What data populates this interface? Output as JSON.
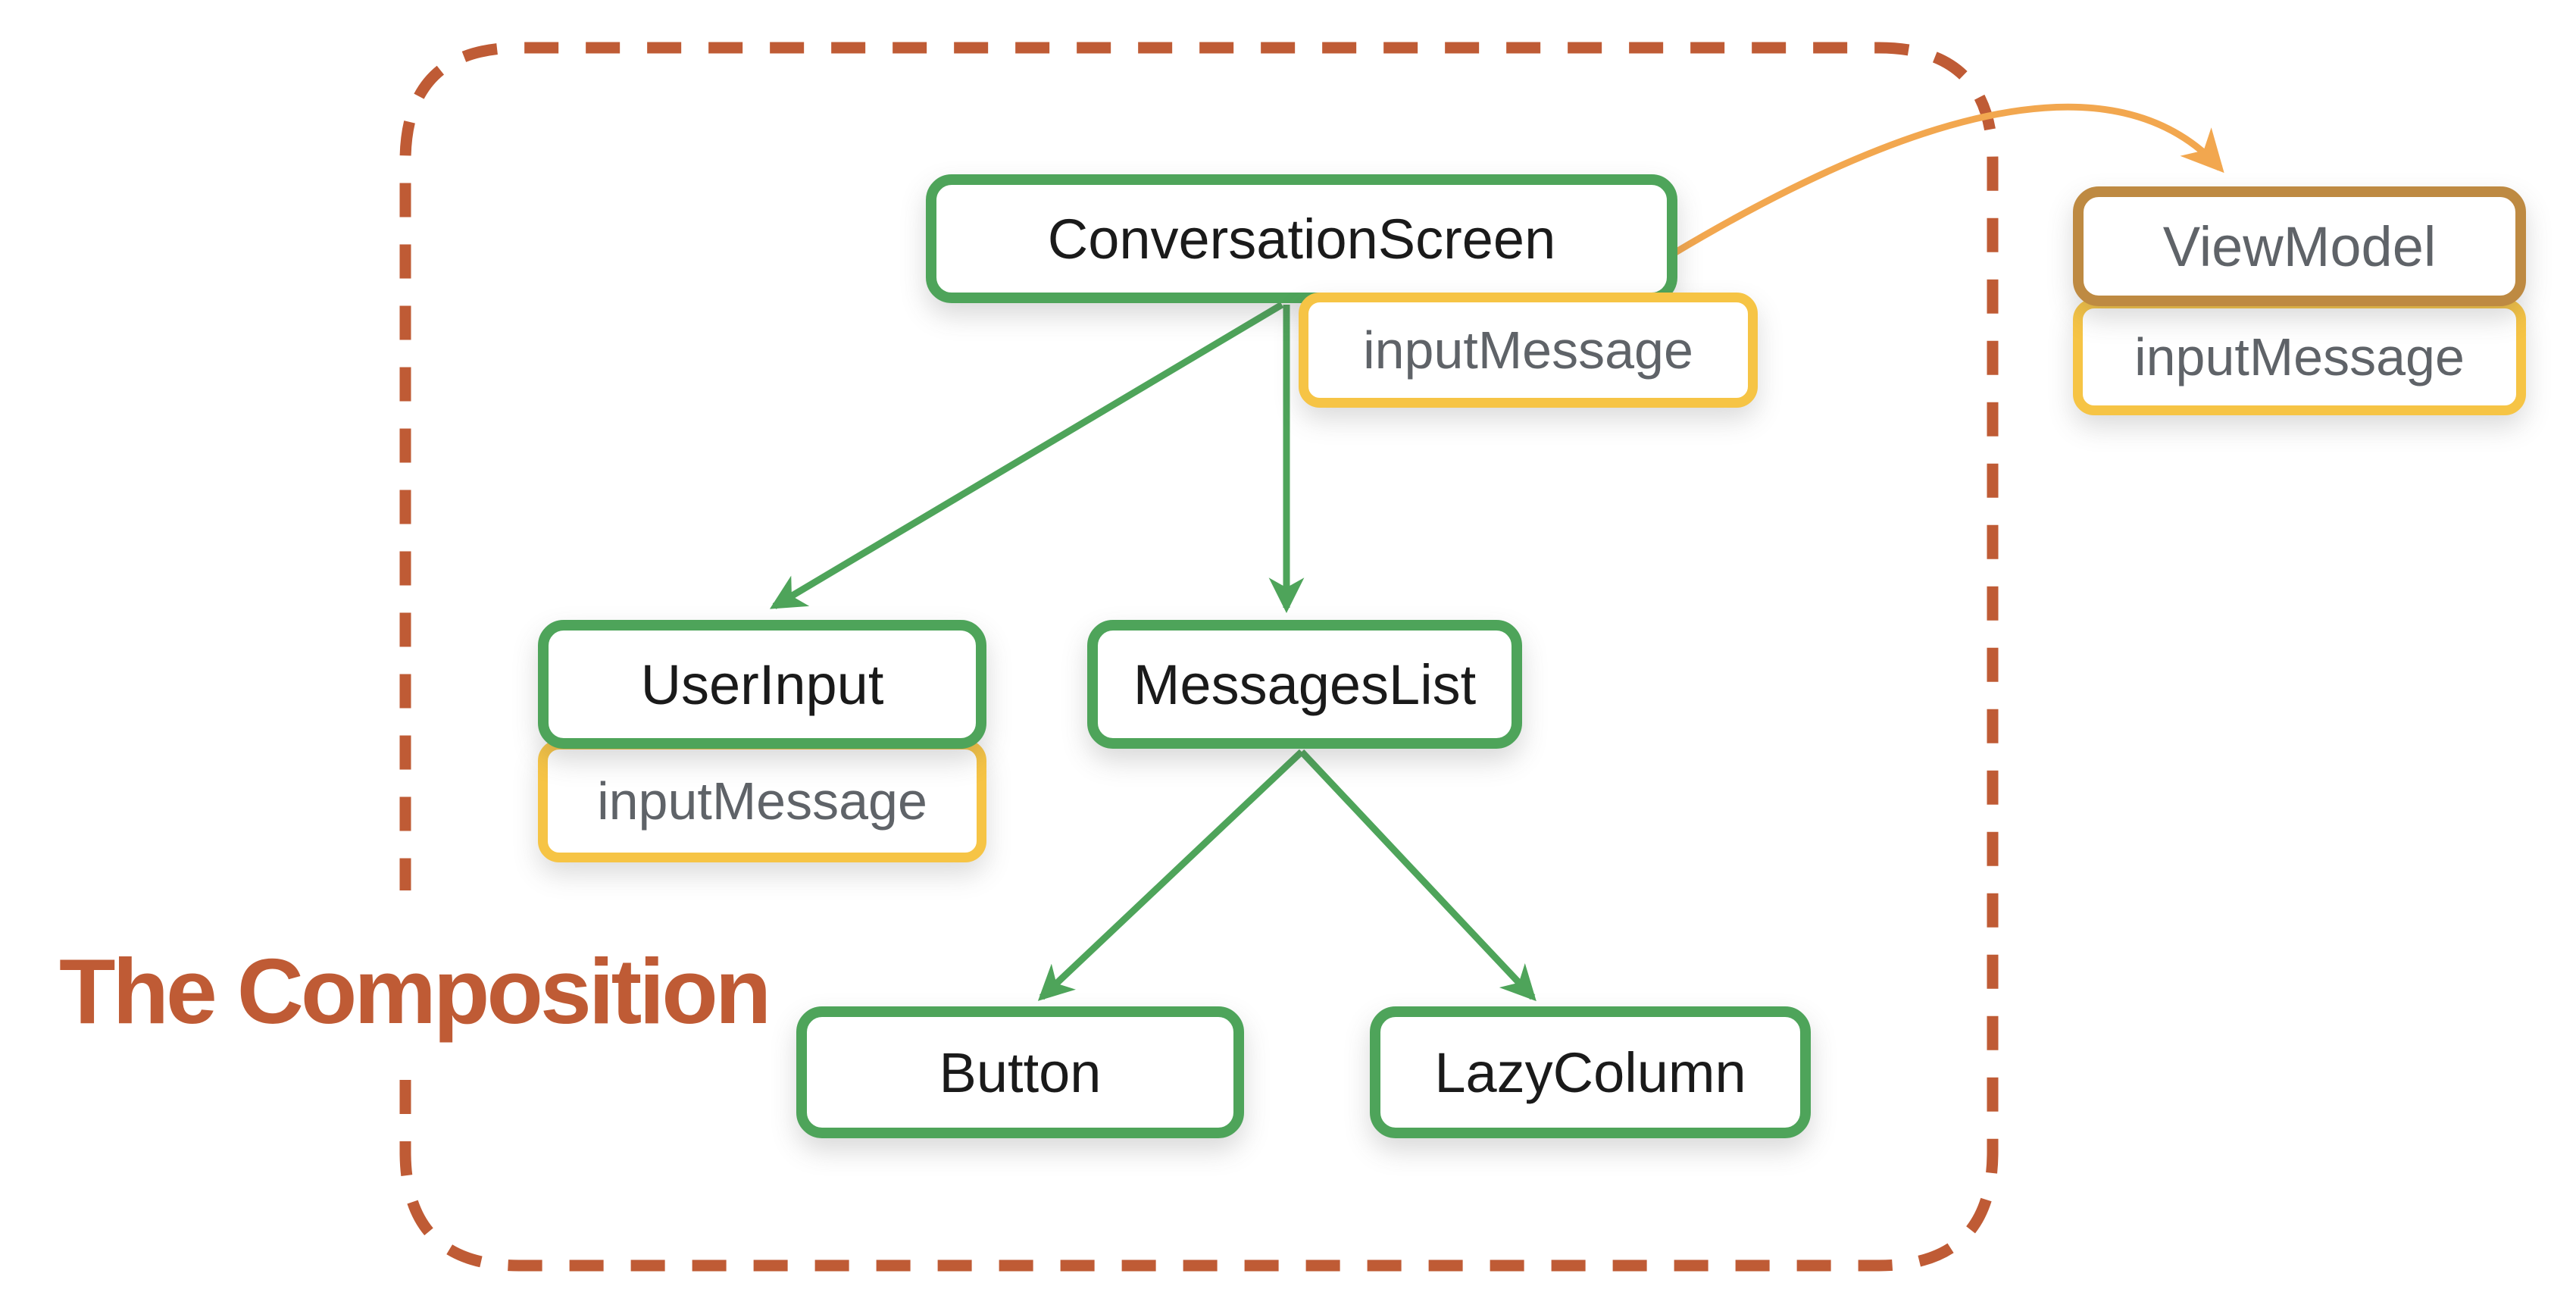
{
  "diagram": {
    "title": "The Composition",
    "colors": {
      "boundary": "#BF5B35",
      "title_text": "#BF5B35",
      "composable_border": "#4EA45A",
      "state_border": "#F6C445",
      "viewmodel_border": "#BE8A42",
      "viewmodel_arrow": "#F2A74F",
      "label_text": "#1A1A1A",
      "secondary_text": "#5F6368",
      "background": "#FFFFFF"
    },
    "nodes": {
      "conversation_screen": {
        "label": "ConversationScreen",
        "type": "composable",
        "state_badge": {
          "label": "inputMessage"
        }
      },
      "user_input": {
        "label": "UserInput",
        "type": "composable",
        "state_badge": {
          "label": "inputMessage"
        }
      },
      "messages_list": {
        "label": "MessagesList",
        "type": "composable"
      },
      "button": {
        "label": "Button",
        "type": "composable"
      },
      "lazy_column": {
        "label": "LazyColumn",
        "type": "composable"
      },
      "view_model": {
        "label": "ViewModel",
        "type": "viewmodel",
        "state_badge": {
          "label": "inputMessage"
        }
      }
    },
    "edges": [
      {
        "from": "ConversationScreen",
        "to": "UserInput",
        "style": "straight",
        "color": "#4EA45A"
      },
      {
        "from": "ConversationScreen",
        "to": "MessagesList",
        "style": "straight",
        "color": "#4EA45A"
      },
      {
        "from": "MessagesList",
        "to": "Button",
        "style": "straight",
        "color": "#4EA45A"
      },
      {
        "from": "MessagesList",
        "to": "LazyColumn",
        "style": "straight",
        "color": "#4EA45A"
      },
      {
        "from": "ConversationScreen",
        "to": "ViewModel",
        "style": "curved",
        "color": "#F2A74F"
      }
    ]
  }
}
